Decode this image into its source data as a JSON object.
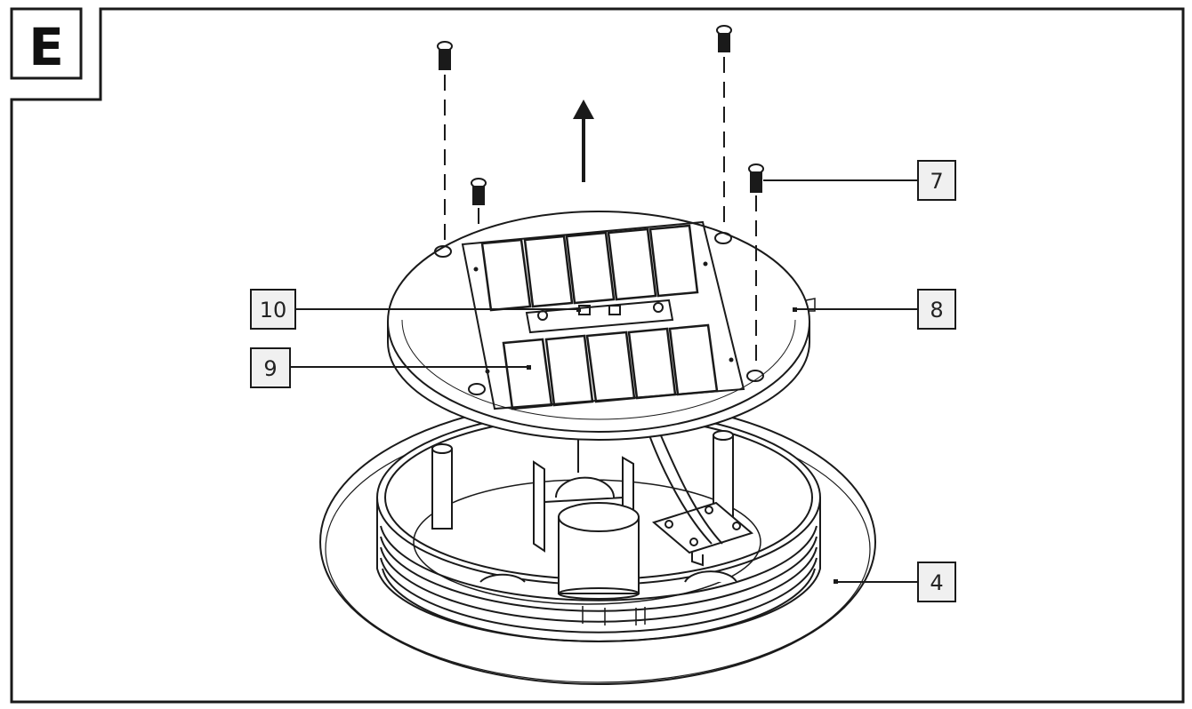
{
  "step_label": "E",
  "callouts": {
    "screw": "7",
    "lid": "8",
    "solar_cell": "9",
    "switch": "10",
    "base": "4"
  },
  "colors": {
    "line": "#1a1a1a",
    "callout_fill": "#f0f0f0",
    "background": "#ffffff"
  }
}
